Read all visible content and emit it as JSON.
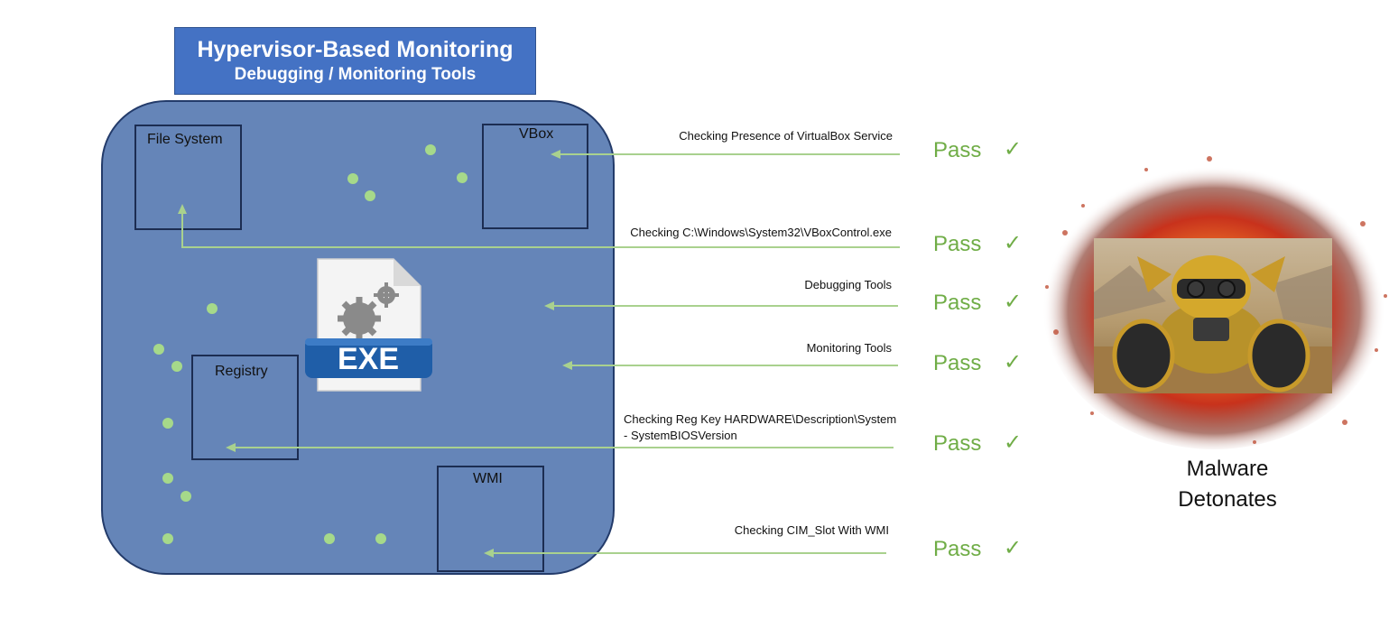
{
  "header": {
    "title": "Hypervisor-Based Monitoring",
    "subtitle": "Debugging / Monitoring Tools"
  },
  "components": {
    "file_system": "File System",
    "vbox": "VBox",
    "registry": "Registry",
    "wmi": "WMI"
  },
  "exe_label": "EXE",
  "checks": [
    {
      "label": "Checking Presence of VirtualBox Service",
      "result": "Pass",
      "mark": "✓"
    },
    {
      "label": "Checking C:\\Windows\\System32\\VBoxControl.exe",
      "result": "Pass",
      "mark": "✓"
    },
    {
      "label": "Debugging Tools",
      "result": "Pass",
      "mark": "✓"
    },
    {
      "label": "Monitoring Tools",
      "result": "Pass",
      "mark": "✓"
    },
    {
      "label_line1": "Checking Reg Key HARDWARE\\Description\\System",
      "label_line2": "- SystemBIOSVersion",
      "result": "Pass",
      "mark": "✓"
    },
    {
      "label": "Checking CIM_Slot With WMI",
      "result": "Pass",
      "mark": "✓"
    }
  ],
  "outcome": {
    "line1": "Malware",
    "line2": "Detonates"
  },
  "colors": {
    "title_bg": "#4472c4",
    "container_bg": "#6585b8",
    "connector": "#a9d18e",
    "pass": "#70ad47"
  }
}
